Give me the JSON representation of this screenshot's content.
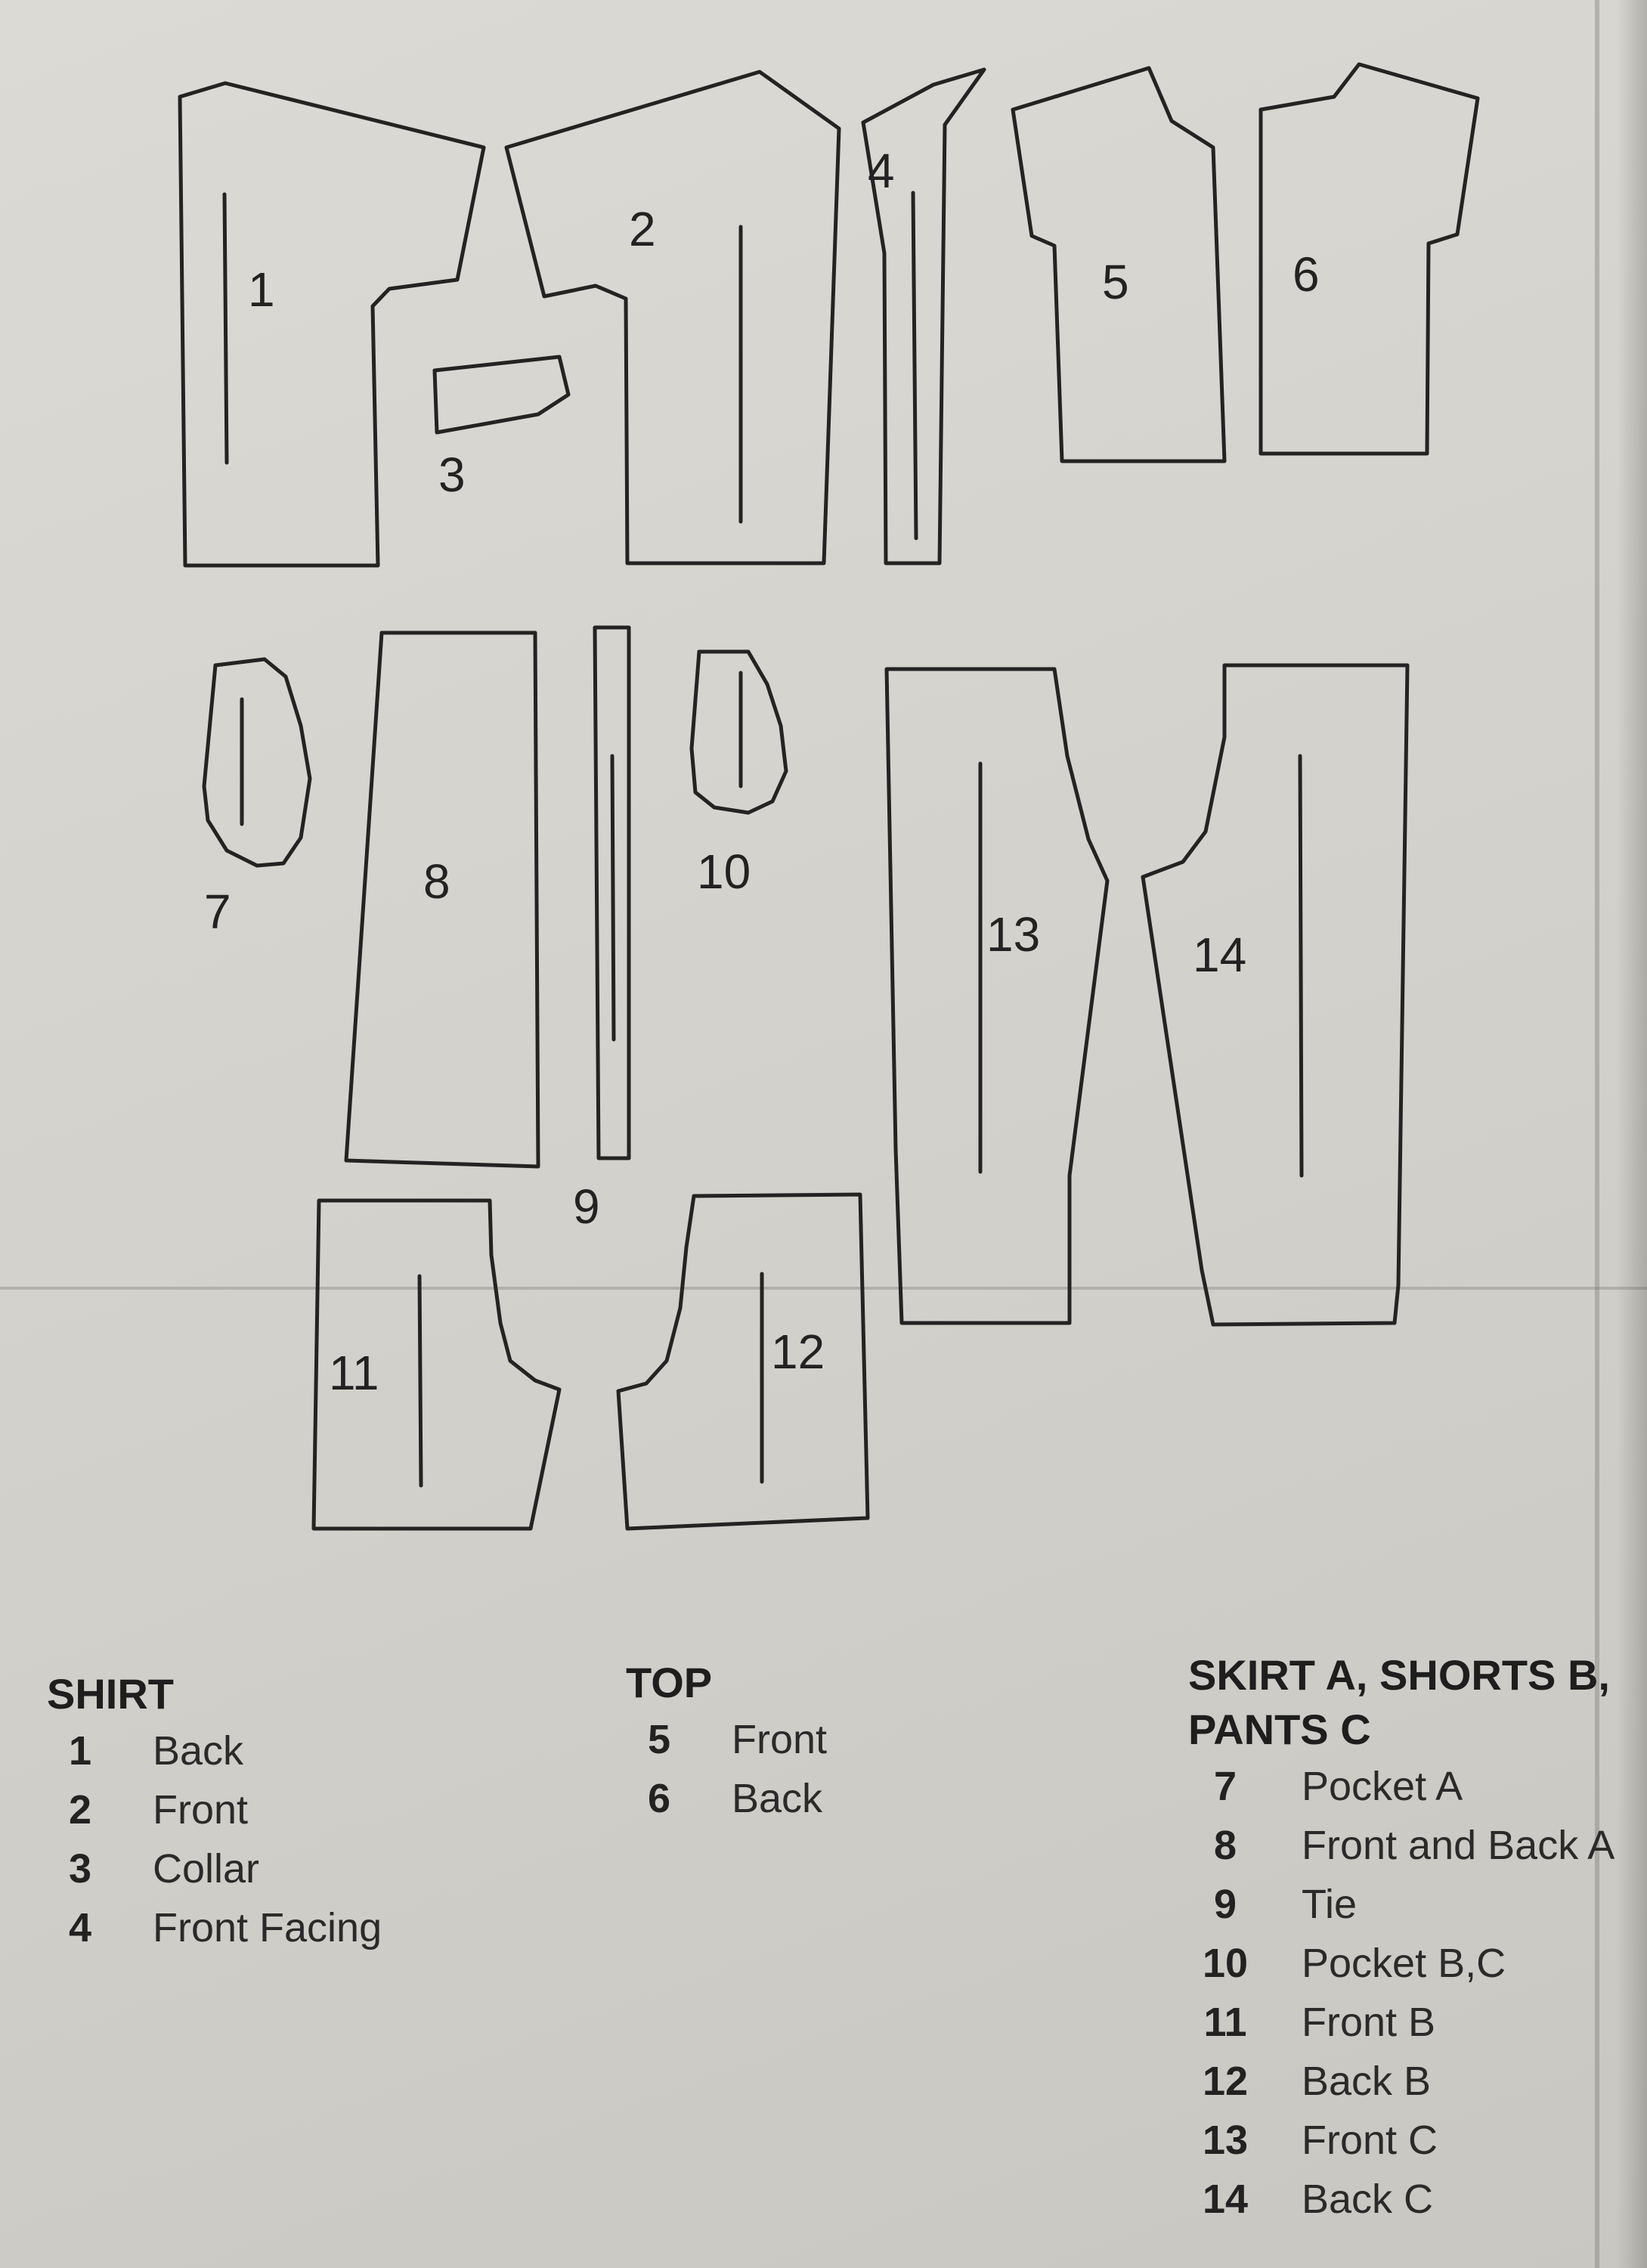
{
  "pieces": [
    {
      "id": "1",
      "label": "1"
    },
    {
      "id": "2",
      "label": "2"
    },
    {
      "id": "3",
      "label": "3"
    },
    {
      "id": "4",
      "label": "4"
    },
    {
      "id": "5",
      "label": "5"
    },
    {
      "id": "6",
      "label": "6"
    },
    {
      "id": "7",
      "label": "7"
    },
    {
      "id": "8",
      "label": "8"
    },
    {
      "id": "9",
      "label": "9"
    },
    {
      "id": "10",
      "label": "10"
    },
    {
      "id": "11",
      "label": "11"
    },
    {
      "id": "12",
      "label": "12"
    },
    {
      "id": "13",
      "label": "13"
    },
    {
      "id": "14",
      "label": "14"
    }
  ],
  "legend": {
    "shirt": {
      "title": "SHIRT",
      "items": [
        {
          "num": "1",
          "name": "Back"
        },
        {
          "num": "2",
          "name": "Front"
        },
        {
          "num": "3",
          "name": "Collar"
        },
        {
          "num": "4",
          "name": "Front Facing"
        }
      ]
    },
    "top": {
      "title": "TOP",
      "items": [
        {
          "num": "5",
          "name": "Front"
        },
        {
          "num": "6",
          "name": "Back"
        }
      ]
    },
    "skirt": {
      "title_line1": "SKIRT A, SHORTS B,",
      "title_line2": "PANTS C",
      "items": [
        {
          "num": "7",
          "name": "Pocket A"
        },
        {
          "num": "8",
          "name": "Front and Back A"
        },
        {
          "num": "9",
          "name": "Tie"
        },
        {
          "num": "10",
          "name": "Pocket B,C"
        },
        {
          "num": "11",
          "name": "Front B"
        },
        {
          "num": "12",
          "name": "Back B"
        },
        {
          "num": "13",
          "name": "Front C"
        },
        {
          "num": "14",
          "name": "Back C"
        }
      ]
    }
  }
}
